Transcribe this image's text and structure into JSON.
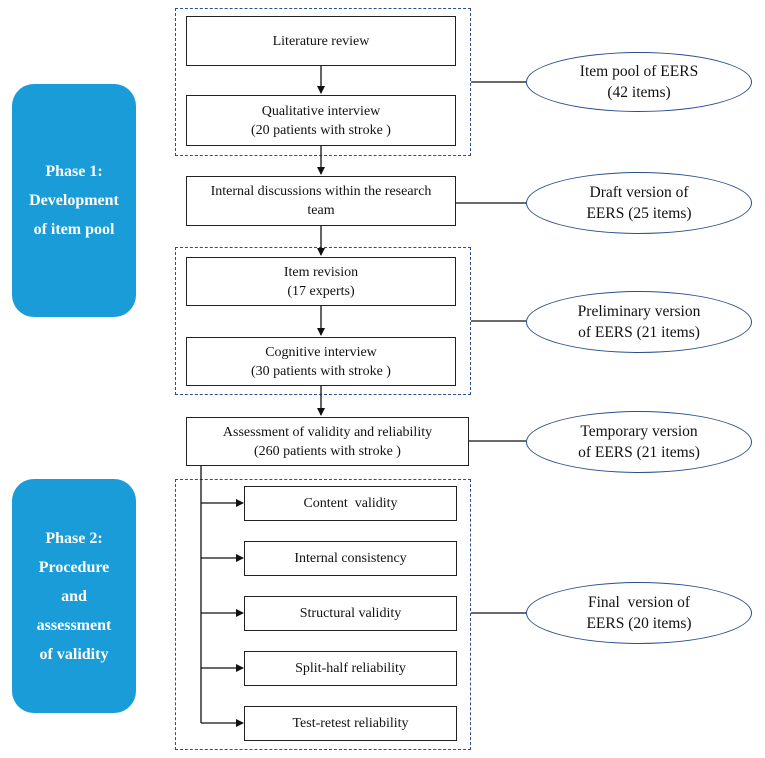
{
  "colors": {
    "phase_fill": "#1a9cd8",
    "phase_text": "#ffffff",
    "group_border": "#2b4f8c",
    "oval_border": "#2b4f8c",
    "box_border": "#222222",
    "line": "#111111"
  },
  "phases": [
    {
      "lines": [
        "Phase 1:",
        "Development",
        "of item pool"
      ]
    },
    {
      "lines": [
        "Phase 2:",
        "Procedure",
        "and",
        "assessment",
        "of validity"
      ]
    }
  ],
  "boxes": {
    "literature_review": [
      "Literature review"
    ],
    "qualitative_interview": [
      "Qualitative interview",
      "(20 patients with stroke )"
    ],
    "internal_discussions": [
      "Internal discussions within the research",
      "team"
    ],
    "item_revision": [
      "Item revision",
      "(17 experts)"
    ],
    "cognitive_interview": [
      "Cognitive interview",
      "(30 patients with stroke )"
    ],
    "assessment": [
      "Assessment of validity and reliability",
      "(260 patients with stroke )"
    ],
    "content_validity": [
      "Content  validity"
    ],
    "internal_consistency": [
      "Internal consistency"
    ],
    "structural_validity": [
      "Structural validity"
    ],
    "split_half": [
      "Split-half reliability"
    ],
    "test_retest": [
      "Test-retest reliability"
    ]
  },
  "outcomes": {
    "item_pool": [
      "Item pool of EERS",
      "(42 items)"
    ],
    "draft": [
      "Draft version of",
      "EERS (25 items)"
    ],
    "preliminary": [
      "Preliminary version",
      "of EERS (21 items)"
    ],
    "temporary": [
      "Temporary version",
      "of EERS (21 items)"
    ],
    "final": [
      "Final  version of",
      "EERS (20 items)"
    ]
  }
}
